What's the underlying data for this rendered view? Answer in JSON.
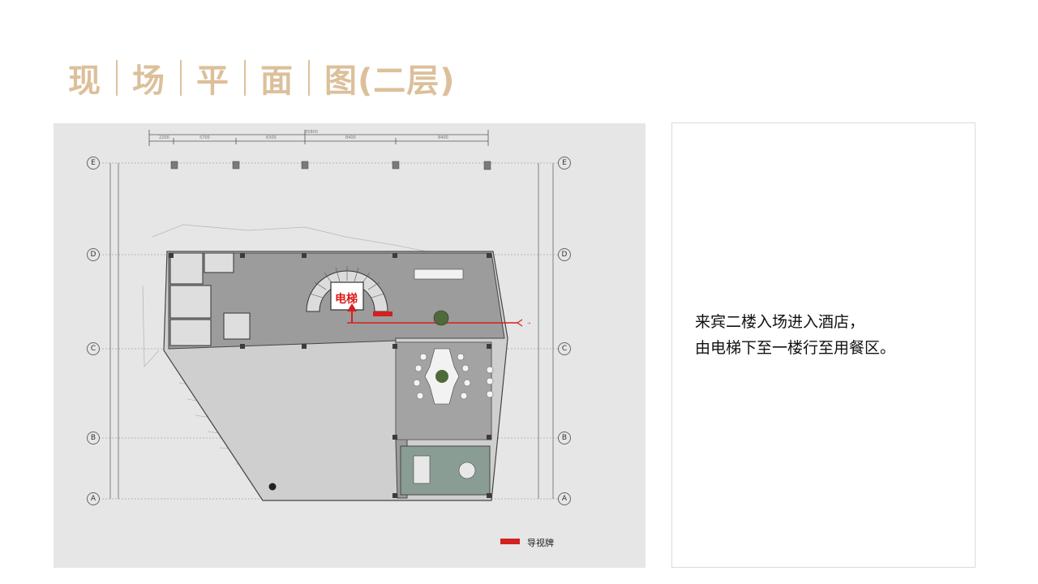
{
  "title": {
    "segments": [
      "现",
      "场",
      "平",
      "面",
      "图(二层)"
    ]
  },
  "plan": {
    "axis_labels": [
      "E",
      "D",
      "C",
      "B",
      "A"
    ],
    "elevator_label": "电梯",
    "legend": {
      "label": "导视牌",
      "color": "#d42020"
    }
  },
  "description": {
    "line1": "来宾二楼入场进入酒店，",
    "line2": "由电梯下至一楼行至用餐区。"
  },
  "colors": {
    "title": "#dcc09b",
    "route": "#d42020",
    "plan_background": "#e6e6e6",
    "floor": "#9a9a9a"
  }
}
